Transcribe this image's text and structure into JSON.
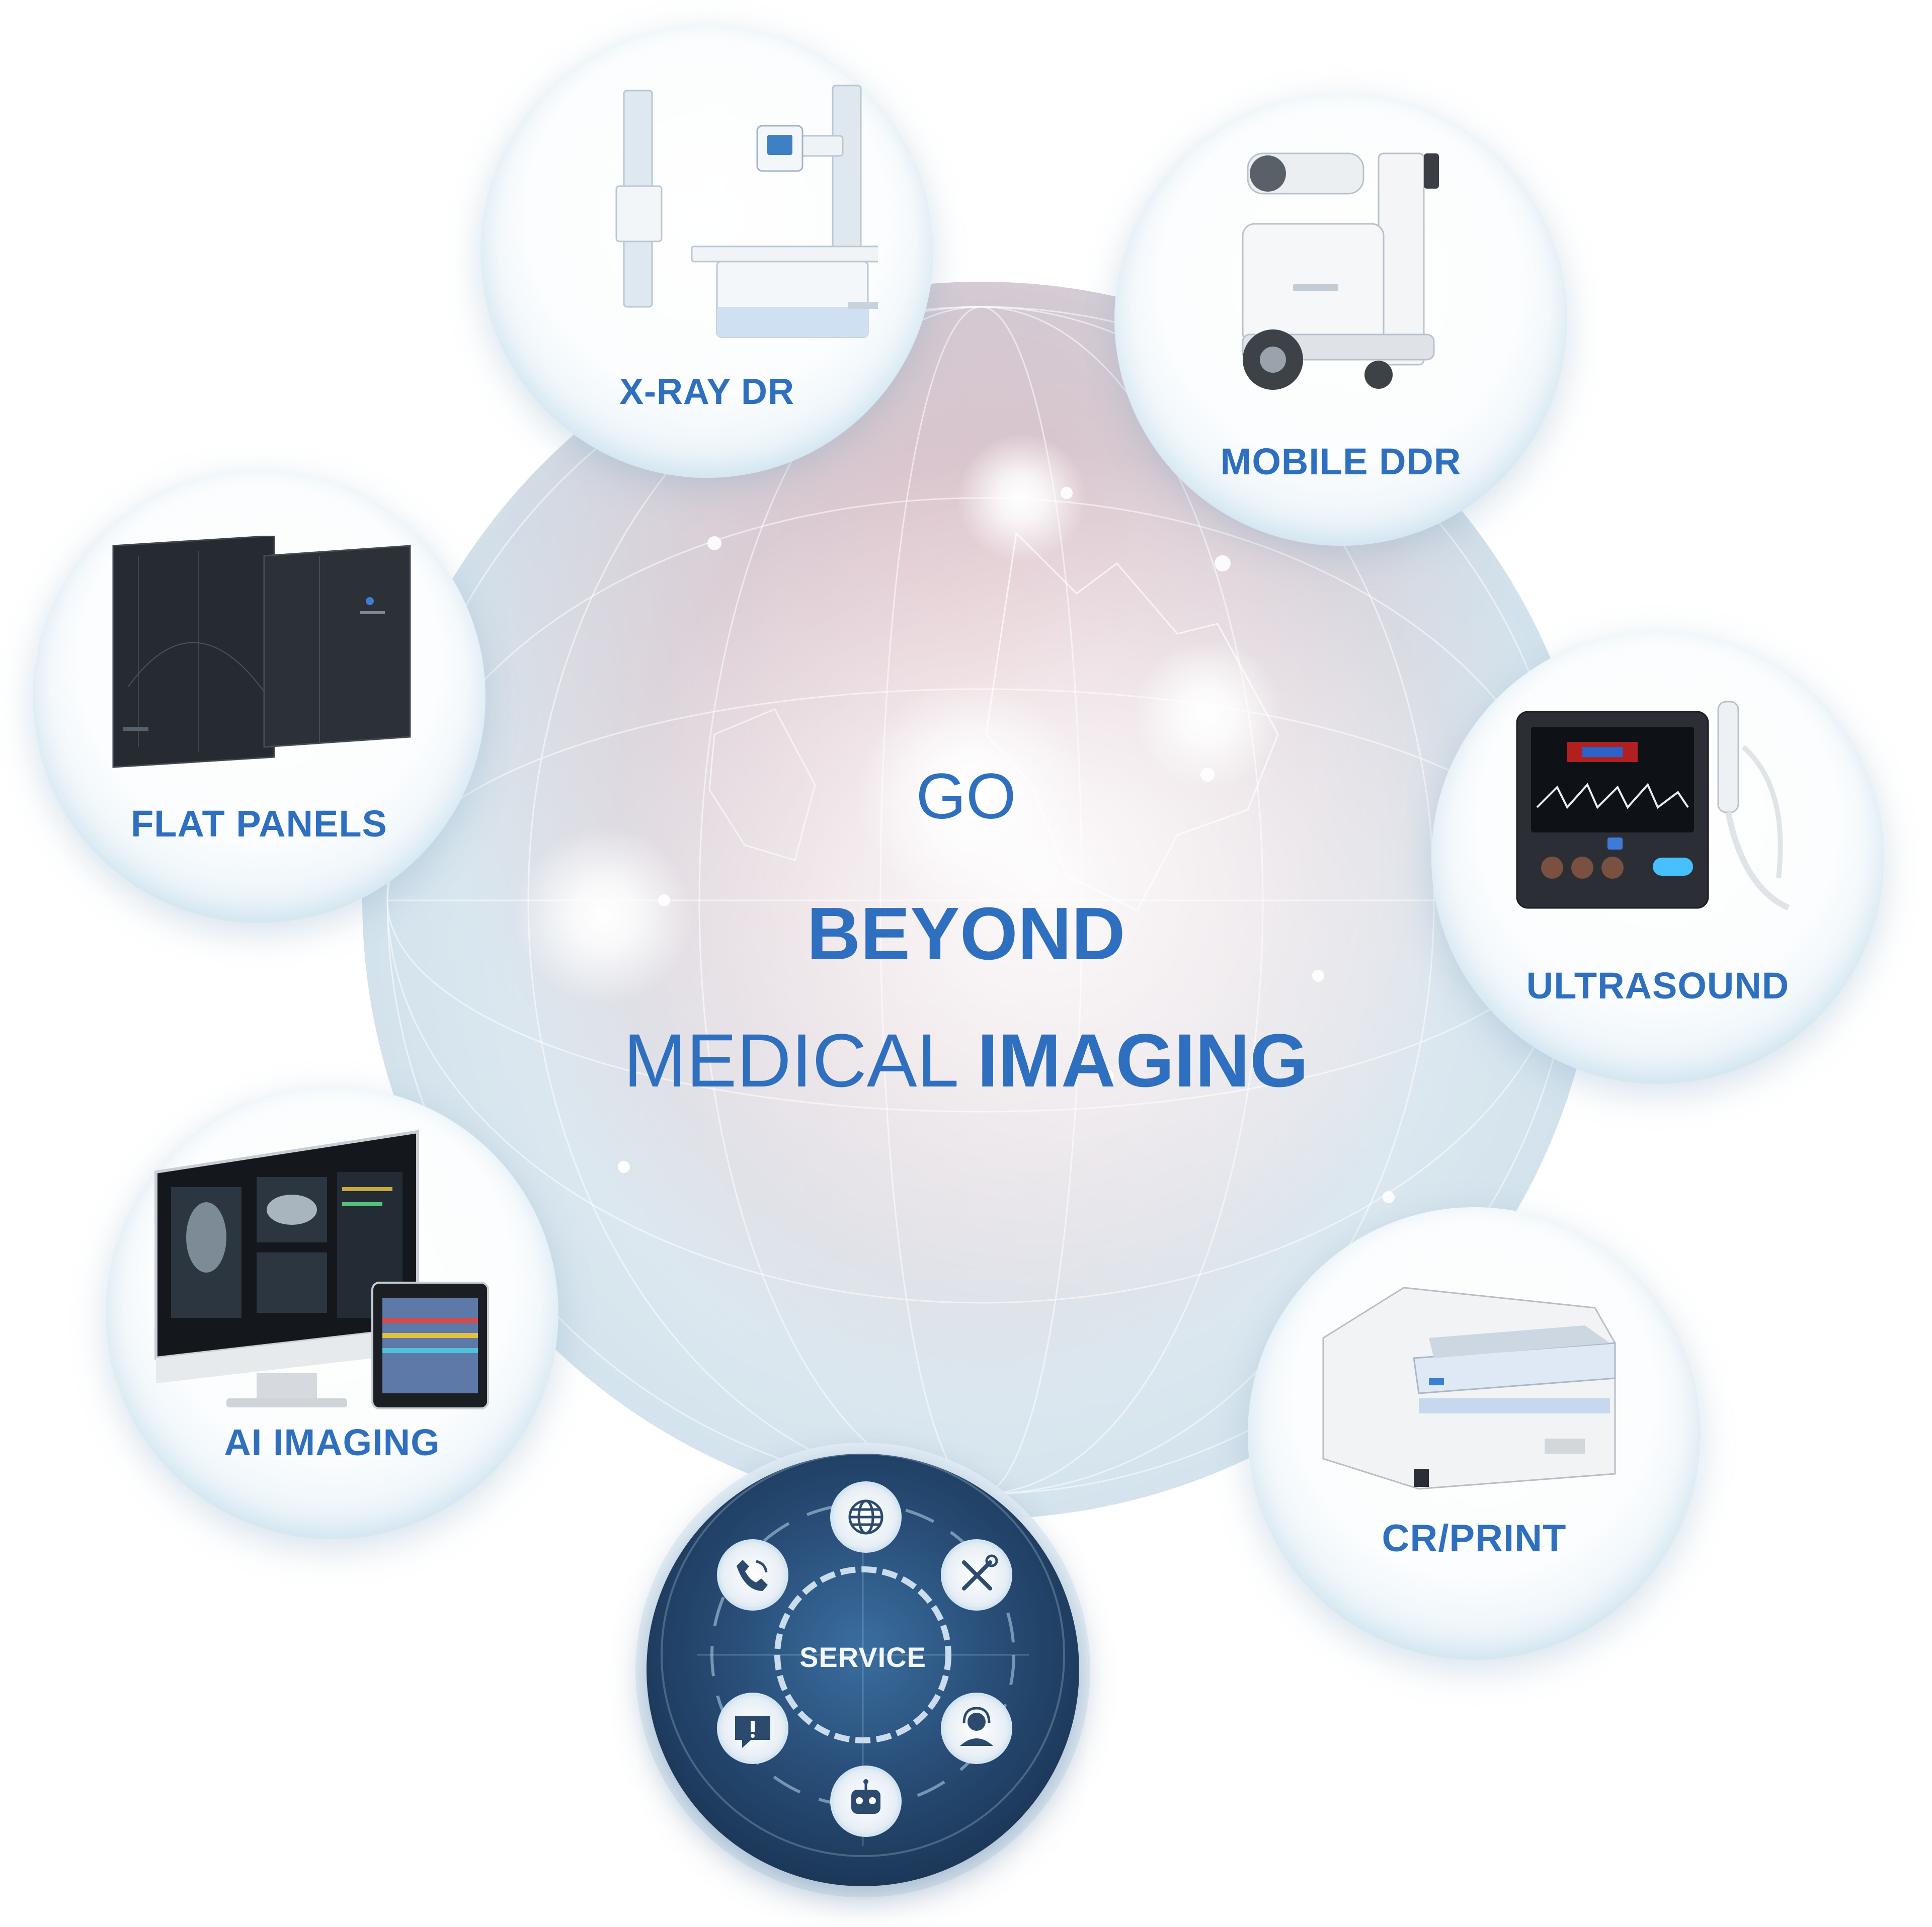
{
  "headline": {
    "line1": "GO",
    "line2": "BEYOND",
    "line3_light": "MEDICAL",
    "line3_bold": "IMAGING"
  },
  "colors": {
    "accent_blue": "#2f6fbf",
    "service_navy": "#1d3a5c",
    "globe_pink": "#d6969e"
  },
  "products": [
    {
      "label": "X-RAY DR",
      "icon": "xray-dr-icon"
    },
    {
      "label": "MOBILE DDR",
      "icon": "mobile-ddr-icon"
    },
    {
      "label": "FLAT PANELS",
      "icon": "flat-panels-icon"
    },
    {
      "label": "ULTRASOUND",
      "icon": "ultrasound-icon"
    },
    {
      "label": "AI IMAGING",
      "icon": "ai-imaging-icon"
    },
    {
      "label": "CR/PRINT",
      "icon": "cr-print-icon"
    }
  ],
  "service": {
    "label": "SERVICE",
    "icons": [
      "globe-icon",
      "tools-icon",
      "support-agent-icon",
      "robot-icon",
      "alert-icon",
      "phone-icon"
    ]
  }
}
